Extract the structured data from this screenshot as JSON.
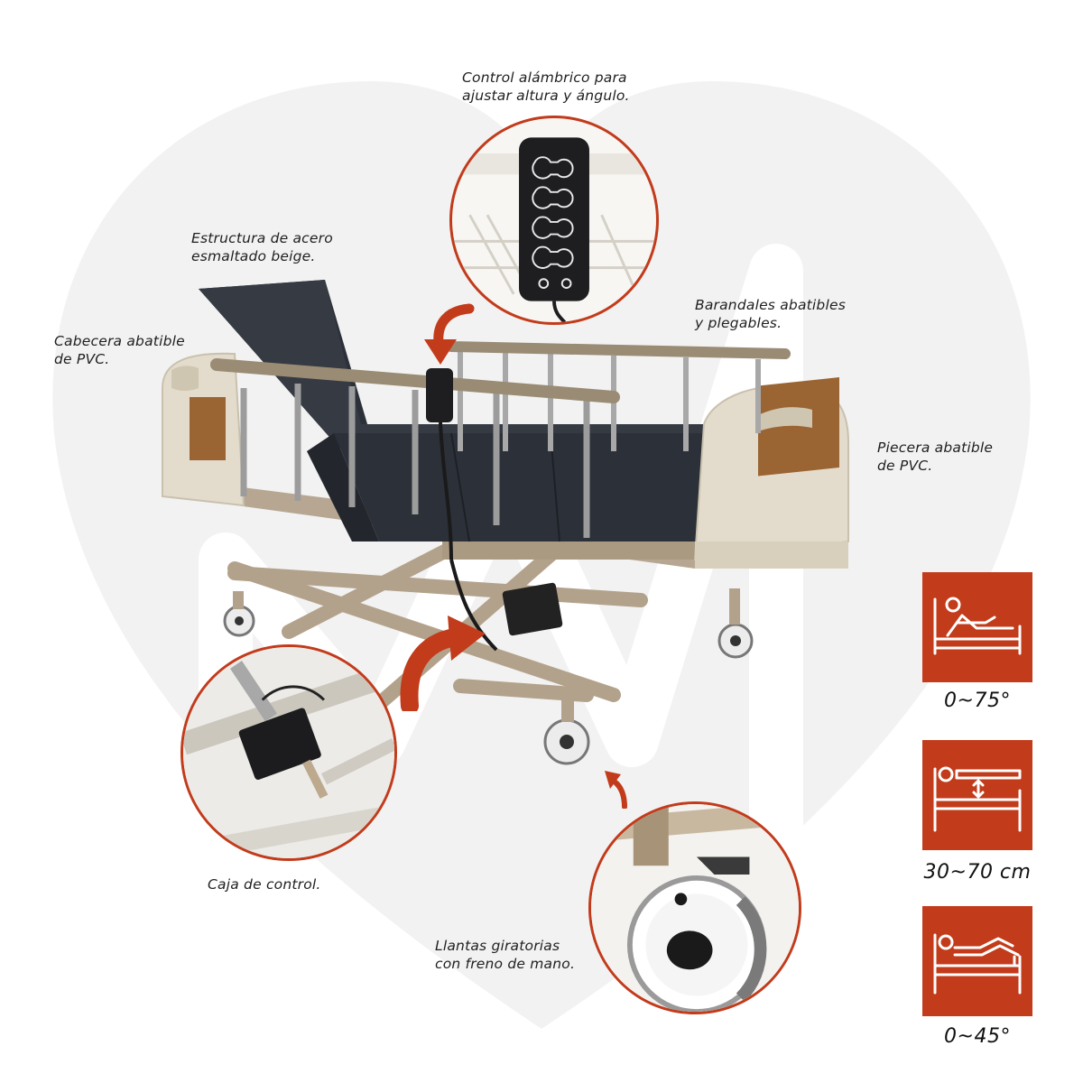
{
  "labels": {
    "control": "Control alámbrico para\najustar altura y ángulo.",
    "structure": "Estructura de acero\nesmaltado beige.",
    "headboard": "Cabecera abatible\nde PVC.",
    "rails": "Barandales abatibles\ny plegables.",
    "footboard": "Piecera abatible\nde PVC.",
    "control_box": "Caja de control.",
    "wheels": "Llantas giratorias\ncon freno de mano."
  },
  "badges": [
    {
      "icon": "backrest-tilt-icon",
      "value": "0~75°"
    },
    {
      "icon": "height-adjust-icon",
      "value": "30~70 cm"
    },
    {
      "icon": "leg-tilt-icon",
      "value": "0~45°"
    }
  ],
  "colors": {
    "accent": "#c23b1b",
    "frame": "#b7a792",
    "mattress": "#2c3038",
    "panel": "#e3dccc",
    "wood": "#9a6433"
  }
}
